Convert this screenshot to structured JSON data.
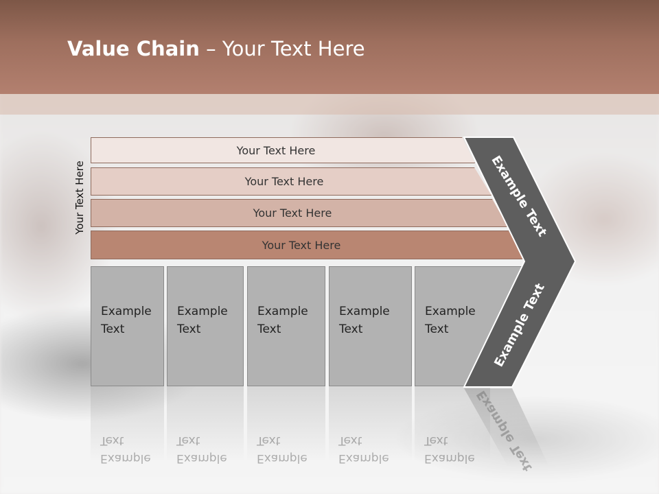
{
  "slide": {
    "title_bold": "Value Chain",
    "title_rest": " – Your Text Here",
    "side_label": "Your Text Here",
    "rows": [
      {
        "label": "Your Text Here",
        "color": "#f1e6e2"
      },
      {
        "label": "Your Text Here",
        "color": "#e5cec6"
      },
      {
        "label": "Your Text Here",
        "color": "#d3b3a7"
      },
      {
        "label": "Your Text Here",
        "color": "#b98672"
      }
    ],
    "columns": [
      {
        "line1": "Example",
        "line2": "Text"
      },
      {
        "line1": "Example",
        "line2": "Text"
      },
      {
        "line1": "Example",
        "line2": "Text"
      },
      {
        "line1": "Example",
        "line2": "Text"
      },
      {
        "line1": "Example",
        "line2": "Text"
      }
    ],
    "chevron": {
      "upper_label": "Example Text",
      "lower_label": "Example Text",
      "color": "#5e5e5e"
    }
  }
}
